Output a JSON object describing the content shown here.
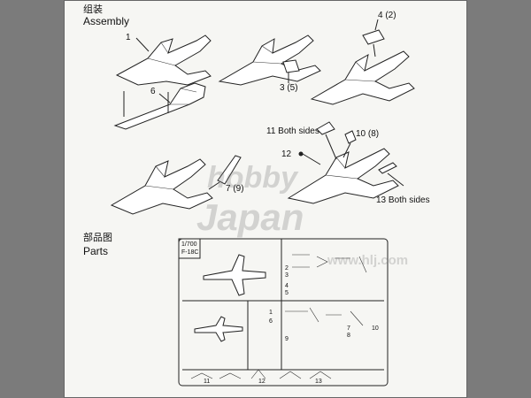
{
  "assembly": {
    "zh": "组装",
    "en": "Assembly"
  },
  "parts": {
    "zh": "部品图",
    "en": "Parts"
  },
  "callouts": [
    "1",
    "6",
    "3 (5)",
    "4 (2)",
    "11 Both sides",
    "10 (8)",
    "12",
    "7 (9)",
    "13 Both sides"
  ],
  "sprue": {
    "label_top": "1/700",
    "label_bottom": "F-18C",
    "part_numbers": [
      "1",
      "2",
      "3",
      "4",
      "5",
      "6",
      "7",
      "8",
      "9",
      "10",
      "11",
      "12",
      "13"
    ]
  },
  "watermark": {
    "line1": "hobby",
    "line2": "Japan",
    "url": "www.hlj.com"
  }
}
